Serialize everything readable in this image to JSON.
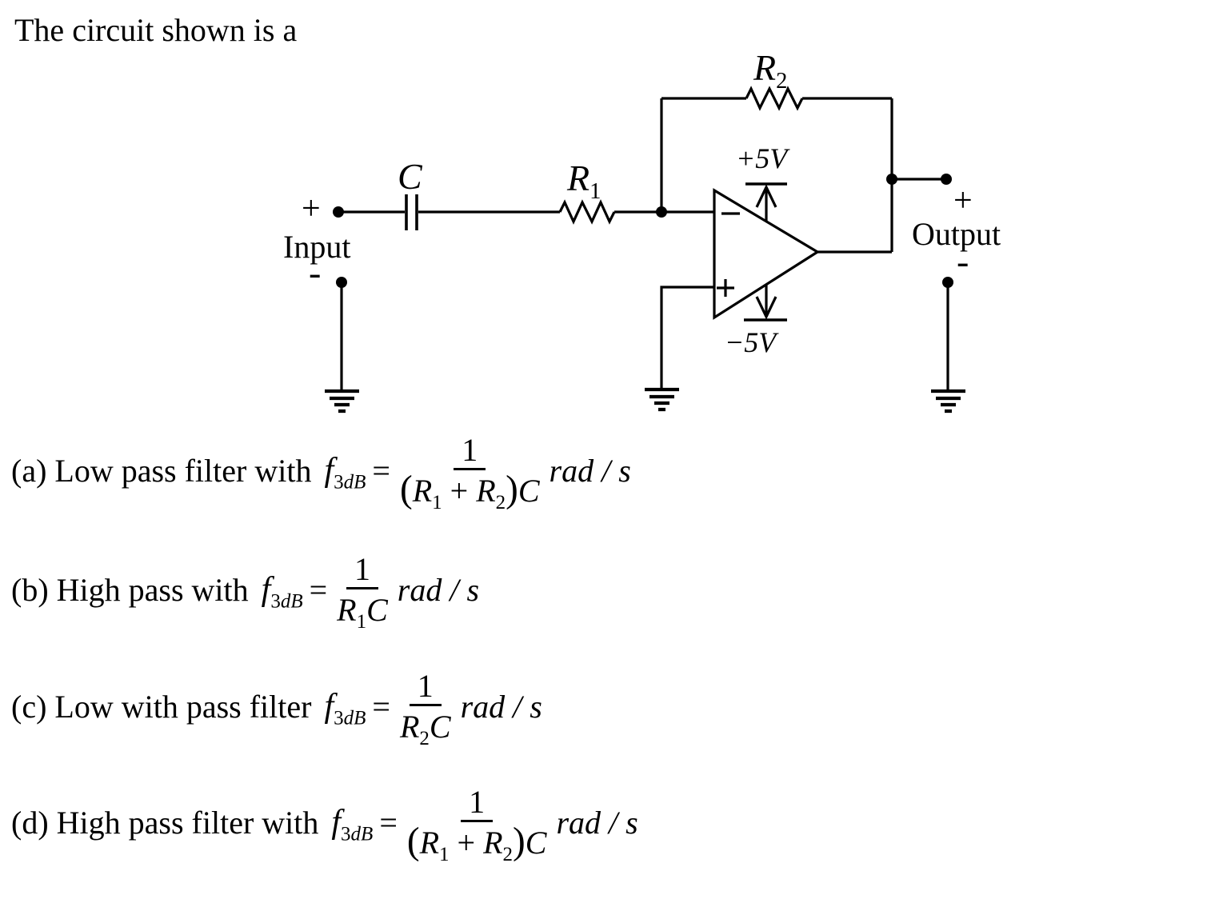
{
  "title": "The circuit shown is a",
  "circuit": {
    "capacitor_label": "C",
    "r1_tokens": [
      {
        "t": "R",
        "i": true
      },
      {
        "t": "1",
        "sub": true
      }
    ],
    "r2_tokens": [
      {
        "t": "R",
        "i": true
      },
      {
        "t": "2",
        "sub": true
      }
    ],
    "vplus": "+5V",
    "vminus": "−5V",
    "input_plus": "+",
    "input_label": "Input",
    "input_minus": "-",
    "output_plus": "+",
    "output_label": "Output",
    "output_minus": "-"
  },
  "options": [
    {
      "prefix": "(a) Low pass filter with",
      "lhs": [
        {
          "t": "f",
          "i": true
        },
        {
          "t": "3",
          "sub": true
        },
        {
          "t": "dB",
          "sub": true,
          "i": true
        }
      ],
      "eq": "=",
      "num": "1",
      "den": [
        {
          "t": "(",
          "big": true
        },
        {
          "t": "R",
          "i": true
        },
        {
          "t": "1",
          "sub": true
        },
        {
          "t": " + "
        },
        {
          "t": "R",
          "i": true
        },
        {
          "t": "2",
          "sub": true
        },
        {
          "t": ")",
          "big": true
        },
        {
          "t": "C",
          "i": true
        }
      ],
      "units": "rad / s"
    },
    {
      "prefix": "(b) High pass with",
      "lhs": [
        {
          "t": "f",
          "i": true
        },
        {
          "t": "3",
          "sub": true
        },
        {
          "t": "dB",
          "sub": true,
          "i": true
        }
      ],
      "eq": "=",
      "num": "1",
      "den": [
        {
          "t": "R",
          "i": true
        },
        {
          "t": "1",
          "sub": true
        },
        {
          "t": "C",
          "i": true
        }
      ],
      "units": "rad / s"
    },
    {
      "prefix": "(c) Low with pass filter",
      "lhs": [
        {
          "t": "f",
          "i": true
        },
        {
          "t": "3",
          "sub": true
        },
        {
          "t": "dB",
          "sub": true,
          "i": true
        }
      ],
      "eq": "=",
      "num": "1",
      "den": [
        {
          "t": "R",
          "i": true
        },
        {
          "t": "2",
          "sub": true
        },
        {
          "t": "C",
          "i": true
        }
      ],
      "units": "rad / s"
    },
    {
      "prefix": "(d) High pass filter with",
      "lhs": [
        {
          "t": "f",
          "i": true
        },
        {
          "t": "3",
          "sub": true
        },
        {
          "t": "dB",
          "sub": true,
          "i": true
        }
      ],
      "eq": "=",
      "num": "1",
      "den": [
        {
          "t": "(",
          "big": true
        },
        {
          "t": "R",
          "i": true
        },
        {
          "t": "1",
          "sub": true
        },
        {
          "t": " + "
        },
        {
          "t": "R",
          "i": true
        },
        {
          "t": "2",
          "sub": true
        },
        {
          "t": ")",
          "big": true
        },
        {
          "t": "C",
          "i": true
        }
      ],
      "units": "rad / s"
    }
  ]
}
